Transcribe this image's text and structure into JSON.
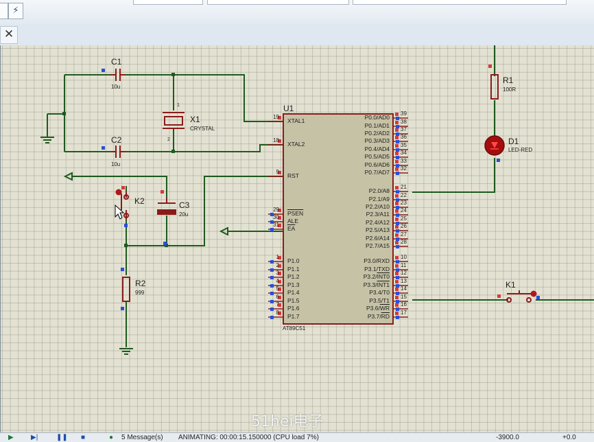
{
  "components": {
    "C1": {
      "ref": "C1",
      "value": "10u"
    },
    "C2": {
      "ref": "C2",
      "value": "10u"
    },
    "C3": {
      "ref": "C3",
      "value": "20u"
    },
    "X1": {
      "ref": "X1",
      "value": "CRYSTAL",
      "pin1": "1",
      "pin2": "2"
    },
    "U1": {
      "ref": "U1",
      "part": "AT89C51"
    },
    "R1": {
      "ref": "R1",
      "value": "100R"
    },
    "R2": {
      "ref": "R2",
      "value": "999"
    },
    "D1": {
      "ref": "D1",
      "value": "LED-RED"
    },
    "K1": {
      "ref": "K1"
    },
    "K2": {
      "ref": "K2"
    }
  },
  "u1_left_pins": [
    {
      "num": "19",
      "name": "XTAL1"
    },
    {
      "num": "18",
      "name": "XTAL2"
    },
    {
      "num": "9",
      "name": "RST"
    },
    {
      "num": "29",
      "name": "PSEN"
    },
    {
      "num": "30",
      "name": "ALE"
    },
    {
      "num": "31",
      "name": "EA"
    },
    {
      "num": "1",
      "name": "P1.0"
    },
    {
      "num": "2",
      "name": "P1.1"
    },
    {
      "num": "3",
      "name": "P1.2"
    },
    {
      "num": "4",
      "name": "P1.3"
    },
    {
      "num": "5",
      "name": "P1.4"
    },
    {
      "num": "6",
      "name": "P1.5"
    },
    {
      "num": "7",
      "name": "P1.6"
    },
    {
      "num": "8",
      "name": "P1.7"
    }
  ],
  "u1_right_pins": [
    {
      "num": "39",
      "name": "P0.0/AD0"
    },
    {
      "num": "38",
      "name": "P0.1/AD1"
    },
    {
      "num": "37",
      "name": "P0.2/AD2"
    },
    {
      "num": "36",
      "name": "P0.3/AD3"
    },
    {
      "num": "35",
      "name": "P0.4/AD4"
    },
    {
      "num": "34",
      "name": "P0.5/AD5"
    },
    {
      "num": "33",
      "name": "P0.6/AD6"
    },
    {
      "num": "32",
      "name": "P0.7/AD7"
    },
    {
      "num": "21",
      "name": "P2.0/A8"
    },
    {
      "num": "22",
      "name": "P2.1/A9"
    },
    {
      "num": "23",
      "name": "P2.2/A10"
    },
    {
      "num": "24",
      "name": "P2.3/A11"
    },
    {
      "num": "25",
      "name": "P2.4/A12"
    },
    {
      "num": "26",
      "name": "P2.5/A13"
    },
    {
      "num": "27",
      "name": "P2.6/A14"
    },
    {
      "num": "28",
      "name": "P2.7/A15"
    },
    {
      "num": "10",
      "name": "P3.0/RXD"
    },
    {
      "num": "11",
      "name": "P3.1/TXD"
    },
    {
      "num": "12",
      "name": "P3.2/INT0"
    },
    {
      "num": "13",
      "name": "P3.3/INT1"
    },
    {
      "num": "14",
      "name": "P3.4/T0"
    },
    {
      "num": "15",
      "name": "P3.5/T1"
    },
    {
      "num": "16",
      "name": "P3.6/WR"
    },
    {
      "num": "17",
      "name": "P3.7/RD"
    }
  ],
  "status": {
    "messages": "5 Message(s)",
    "animation": "ANIMATING: 00:00:15.150000 (CPU load 7%)",
    "coord_x": "-3900.0",
    "coord_y": "+0.0"
  },
  "watermark": "51hei电子",
  "toolbar": {
    "close_symbol": "✕"
  },
  "colors": {
    "wire": "#1e5a1e",
    "component": "#8b1a1a",
    "chip_fill": "#c6c2a6",
    "grid_bg": "#e3e2d2"
  }
}
